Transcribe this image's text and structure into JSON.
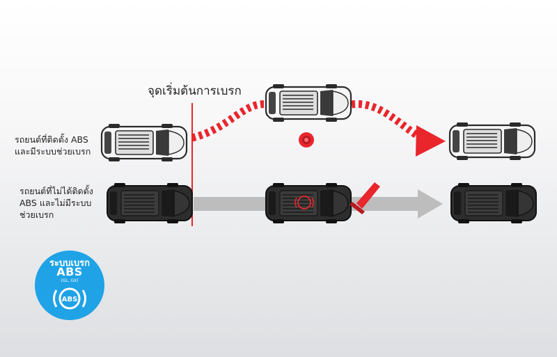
{
  "title": "จุดเริ่มต้นการเบรก",
  "row_abs": {
    "line1": "รถยนต์ที่ติดตั้ง ABS",
    "line2": "และมีระบบช่วยเบรก"
  },
  "row_no_abs": {
    "line1": "รถยนต์ที่ไม่ได้ติดตั้ง",
    "line2": "ABS และไม่มีระบบ",
    "line3": "ช่วยเบรก"
  },
  "badge": {
    "title": "ระบบเบรก",
    "abs": "ABS",
    "sub": "(GL, GX)",
    "icon_text": "ABS"
  },
  "icons": {
    "car": "top-view-car-icon",
    "obstacle": "red-circle-obstacle-icon",
    "cone": "traffic-cone-icon",
    "abs_warning": "abs-warning-icon"
  },
  "colors": {
    "accent_red": "#e8262c",
    "arrow_gray": "#bdbdbd",
    "badge_blue": "#1fa2e6",
    "car_white": "#f4f4f4",
    "car_dark": "#2b2b2b"
  }
}
